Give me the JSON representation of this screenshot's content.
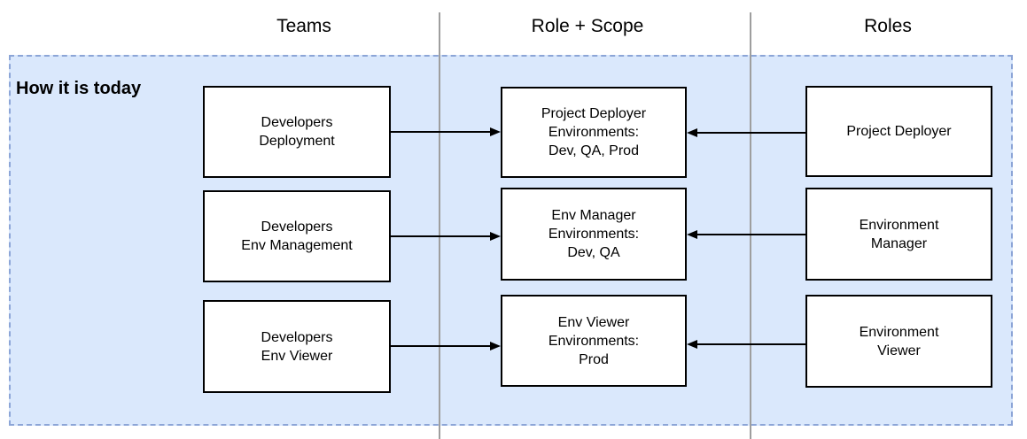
{
  "diagram": {
    "headers": {
      "teams": "Teams",
      "role_scope": "Role + Scope",
      "roles": "Roles"
    },
    "group": {
      "label": "How it is today"
    },
    "rows": [
      {
        "team": "Developers\nDeployment",
        "role_scope": "Project Deployer\nEnvironments:\nDev, QA, Prod",
        "role": "Project Deployer"
      },
      {
        "team": "Developers\nEnv Management",
        "role_scope": "Env Manager\nEnvironments:\nDev, QA",
        "role": "Environment\nManager"
      },
      {
        "team": "Developers\nEnv Viewer",
        "role_scope": "Env Viewer\nEnvironments:\nProd",
        "role": "Environment\nViewer"
      }
    ],
    "connections": [
      {
        "from": "team",
        "to": "role_scope",
        "row": 1,
        "direction": "right"
      },
      {
        "from": "team",
        "to": "role_scope",
        "row": 2,
        "direction": "right"
      },
      {
        "from": "team",
        "to": "role_scope",
        "row": 3,
        "direction": "right"
      },
      {
        "from": "role",
        "to": "role_scope",
        "row": 1,
        "direction": "left"
      },
      {
        "from": "role",
        "to": "role_scope",
        "row": 2,
        "direction": "left"
      },
      {
        "from": "role",
        "to": "role_scope",
        "row": 3,
        "direction": "left"
      }
    ]
  },
  "colors": {
    "canvas_bg": "#ffffff",
    "container_fill": "#dae8fc",
    "container_border": "#8ca5d7",
    "lane_line": "#9e9e9e",
    "box_fill": "#ffffff",
    "box_border": "#000000",
    "arrow": "#000000",
    "text": "#000000"
  }
}
